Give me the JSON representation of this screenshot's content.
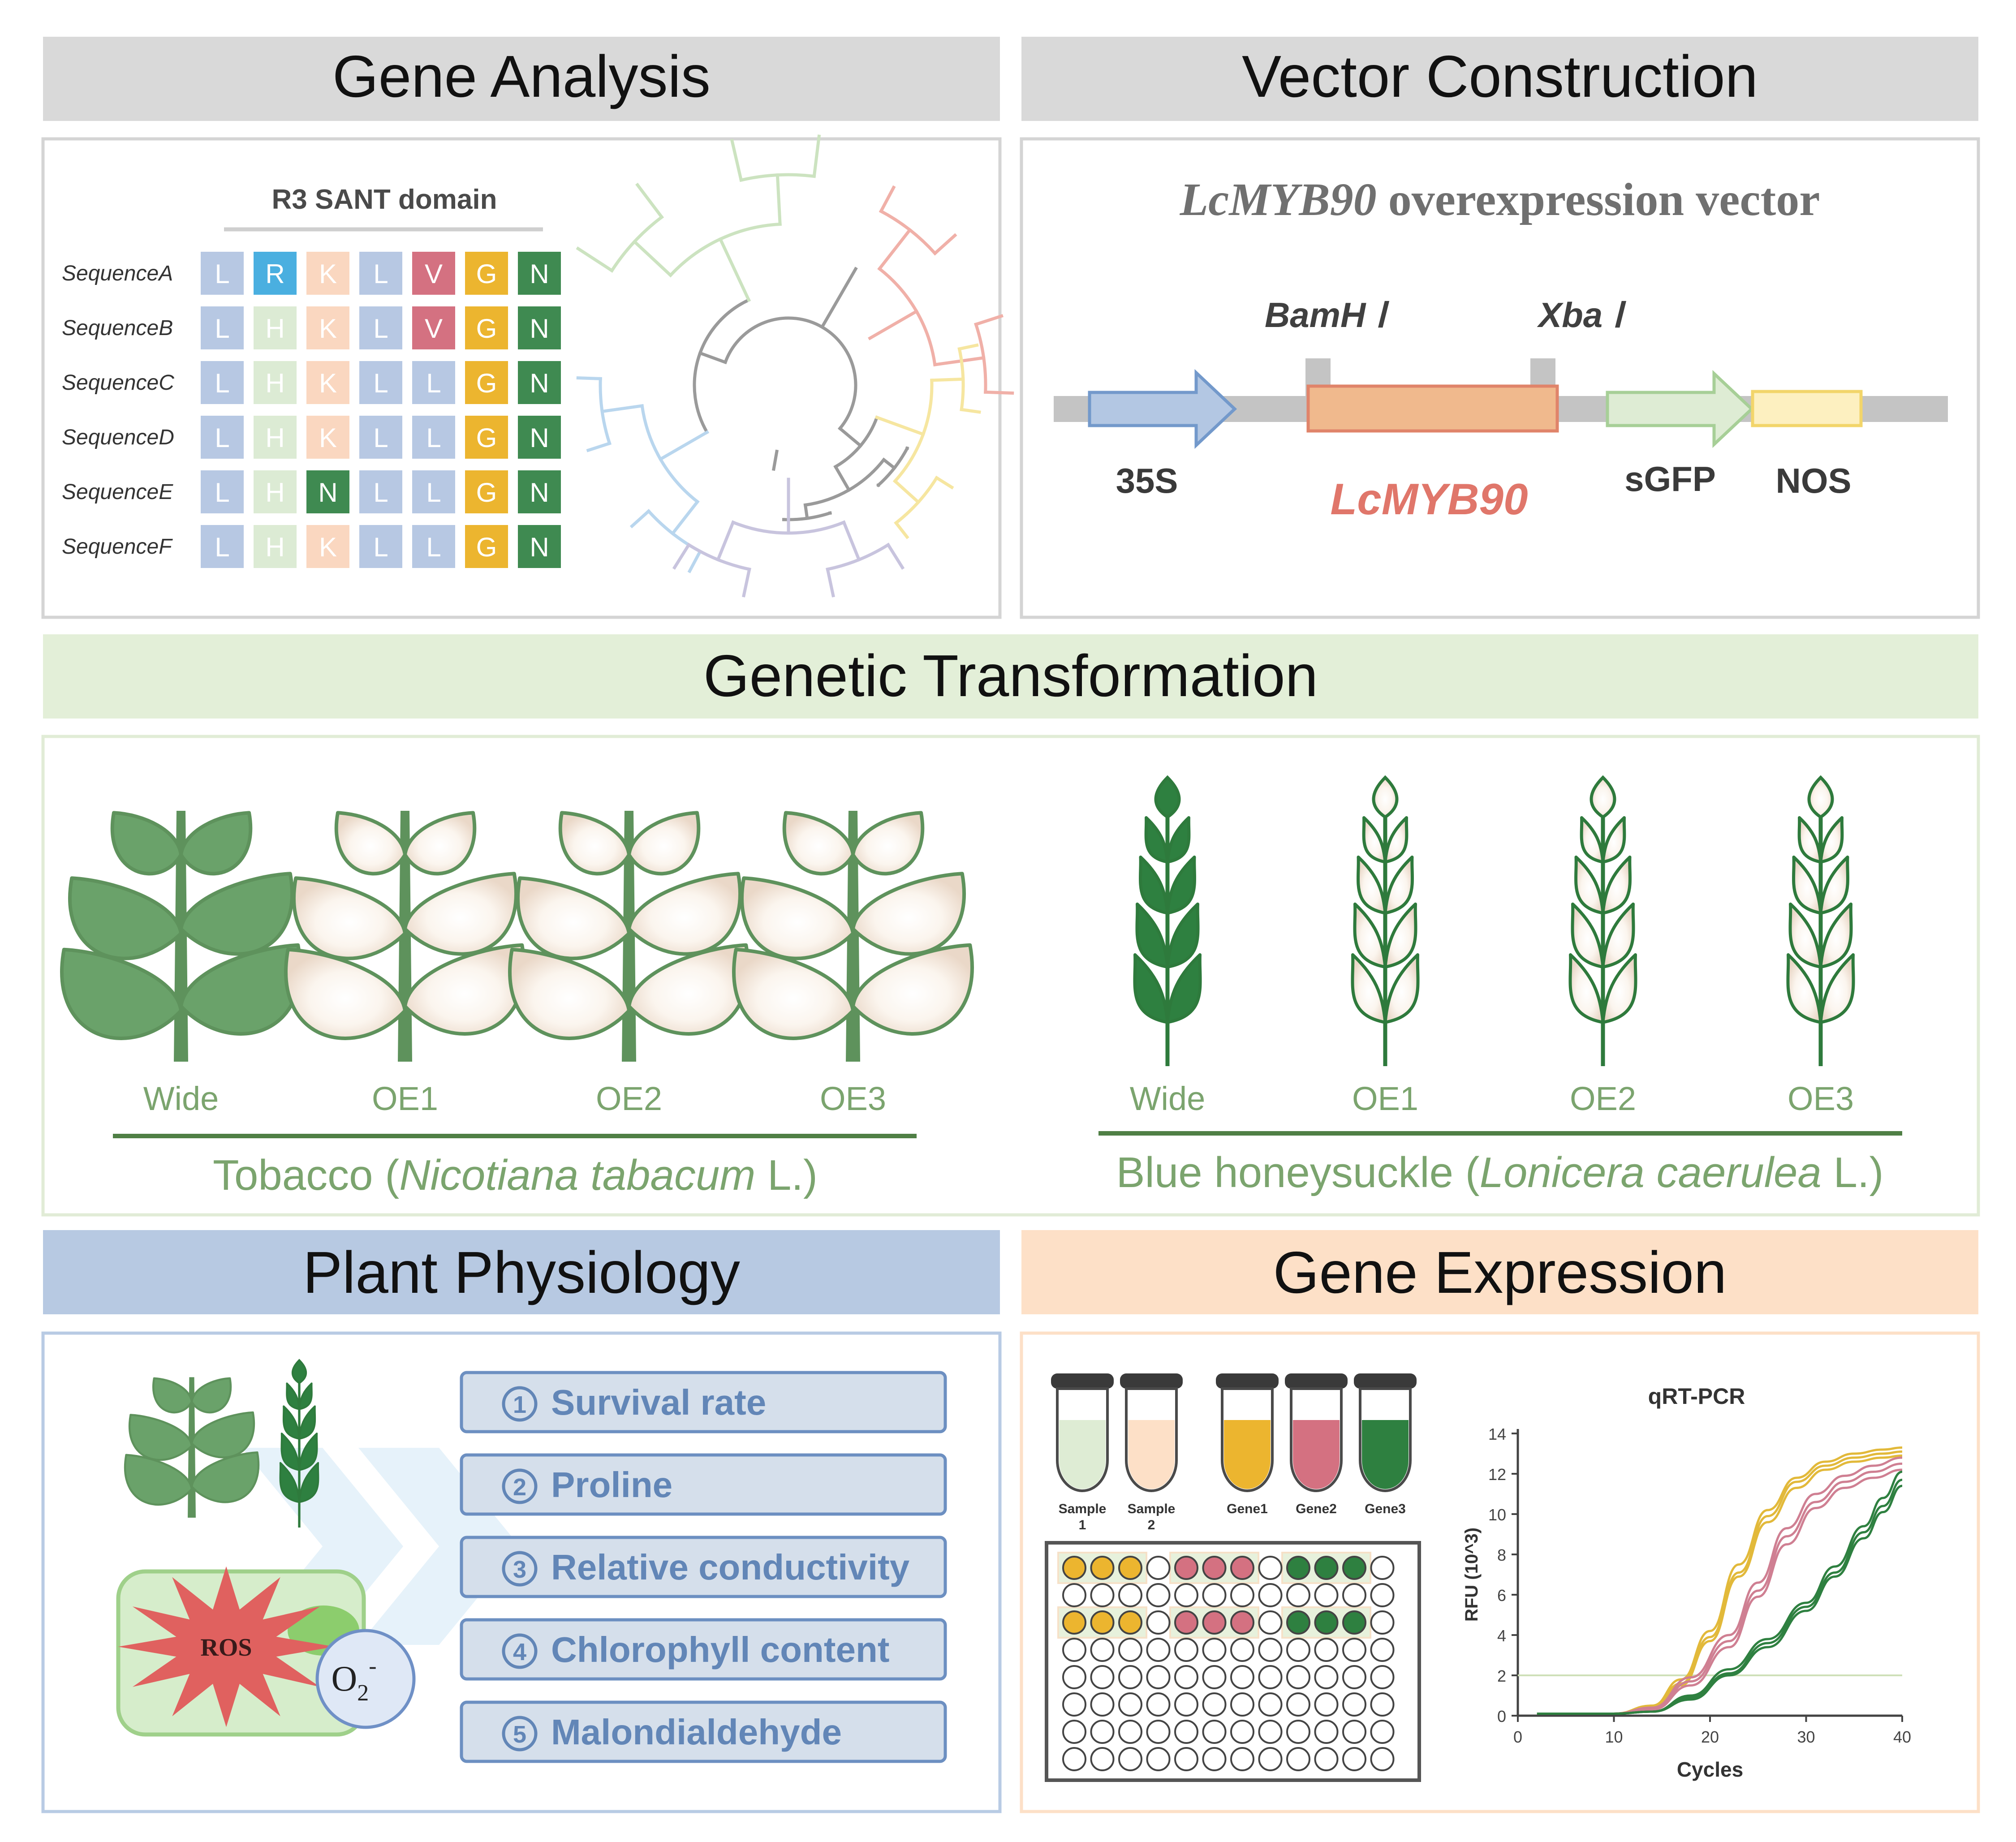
{
  "sections": {
    "gene_analysis": {
      "title": "Gene Analysis",
      "domain_label": "R3 SANT domain",
      "sequences": [
        {
          "name": "SequenceA",
          "residues": [
            "L",
            "R",
            "K",
            "L",
            "V",
            "G",
            "N"
          ]
        },
        {
          "name": "SequenceB",
          "residues": [
            "L",
            "H",
            "K",
            "L",
            "V",
            "G",
            "N"
          ]
        },
        {
          "name": "SequenceC",
          "residues": [
            "L",
            "H",
            "K",
            "L",
            "L",
            "G",
            "N"
          ]
        },
        {
          "name": "SequenceD",
          "residues": [
            "L",
            "H",
            "K",
            "L",
            "L",
            "G",
            "N"
          ]
        },
        {
          "name": "SequenceE",
          "residues": [
            "L",
            "H",
            "N",
            "L",
            "L",
            "G",
            "N"
          ]
        },
        {
          "name": "SequenceF",
          "residues": [
            "L",
            "H",
            "K",
            "L",
            "L",
            "G",
            "N"
          ]
        }
      ]
    },
    "vector_construction": {
      "title": "Vector Construction",
      "vector_gene": "LcMYB90",
      "vector_suffix": " overexpression vector",
      "site1": "BamH Ⅰ",
      "site2": "Xba Ⅰ",
      "elements": {
        "promoter": "35S",
        "gene": "LcMYB90",
        "reporter": "sGFP",
        "terminator": "NOS"
      }
    },
    "genetic_transformation": {
      "title": "Genetic Transformation",
      "lines": [
        "Wide",
        "OE1",
        "OE2",
        "OE3"
      ],
      "tobacco": {
        "common": "Tobacco (",
        "latin": "Nicotiana tabacum",
        "suffix": " L.)"
      },
      "honeysuckle": {
        "common": "Blue honeysuckle (",
        "latin": "Lonicera caerulea",
        "suffix": " L.)"
      }
    },
    "plant_physiology": {
      "title": "Plant Physiology",
      "ros_label": "ROS",
      "superoxide": "O",
      "superoxide_sub": "2",
      "superoxide_sup": "-",
      "indices": [
        {
          "num": "1",
          "label": "Survival rate"
        },
        {
          "num": "2",
          "label": "Proline"
        },
        {
          "num": "3",
          "label": "Relative conductivity"
        },
        {
          "num": "4",
          "label": "Chlorophyll content"
        },
        {
          "num": "5",
          "label": "Malondialdehyde"
        }
      ]
    },
    "gene_expression": {
      "title": "Gene Expression",
      "tubes": [
        {
          "line1": "Sample",
          "line2": "1"
        },
        {
          "line1": "Sample",
          "line2": "2"
        },
        {
          "line1": "Gene1",
          "line2": ""
        },
        {
          "line1": "Gene2",
          "line2": ""
        },
        {
          "line1": "Gene3",
          "line2": ""
        }
      ]
    }
  },
  "colors": {
    "residue": {
      "L": "#b7c8e3",
      "R": "#4aafe0",
      "H": "#dcebd4",
      "K": "#fad7c0",
      "V": "#d47181",
      "N": "#3f8a51",
      "G": "#ecb52f"
    },
    "gray_header": "#d9d9d9",
    "green_header": "#e3efd8",
    "blue_header": "#b7c9e2",
    "orange_header": "#fde0c7",
    "plant_green": "#6aa26a",
    "dark_green": "#2e8040",
    "ros_red": "#e0615f",
    "index_box": "#d5dfeb",
    "index_text": "#6286b7"
  },
  "chart_data": {
    "type": "line",
    "title": "qRT-PCR",
    "xlabel": "Cycles",
    "ylabel": "RFU (10^3)",
    "xlim": [
      0,
      40
    ],
    "ylim": [
      0,
      14
    ],
    "xticks": [
      0,
      10,
      20,
      30,
      40
    ],
    "yticks": [
      0,
      2,
      4,
      6,
      8,
      10,
      12,
      14
    ],
    "threshold": 2,
    "series": [
      {
        "color": "#e2b93a",
        "x": [
          2,
          10,
          14,
          17,
          20,
          23,
          26,
          29,
          32,
          35,
          38,
          40
        ],
        "y": [
          0.1,
          0.1,
          0.5,
          1.8,
          4.2,
          7.5,
          10.2,
          11.8,
          12.6,
          13.0,
          13.2,
          13.3
        ]
      },
      {
        "color": "#e2b93a",
        "x": [
          2,
          10,
          14,
          17,
          20,
          23,
          26,
          29,
          32,
          35,
          38,
          40
        ],
        "y": [
          0.1,
          0.1,
          0.4,
          1.6,
          3.9,
          7.1,
          9.9,
          11.6,
          12.4,
          12.8,
          13.0,
          13.1
        ]
      },
      {
        "color": "#e2b93a",
        "x": [
          2,
          10,
          14,
          17,
          20,
          23,
          26,
          29,
          32,
          35,
          38,
          40
        ],
        "y": [
          0.1,
          0.1,
          0.4,
          1.5,
          3.7,
          6.9,
          9.6,
          11.3,
          12.2,
          12.6,
          12.8,
          12.9
        ]
      },
      {
        "color": "#cf7f92",
        "x": [
          2,
          10,
          14,
          18,
          22,
          25,
          28,
          31,
          34,
          37,
          40
        ],
        "y": [
          0.1,
          0.1,
          0.4,
          1.9,
          4.0,
          6.6,
          9.3,
          11.0,
          11.9,
          12.4,
          12.8
        ]
      },
      {
        "color": "#cf7f92",
        "x": [
          2,
          10,
          14,
          18,
          22,
          25,
          28,
          31,
          34,
          37,
          40
        ],
        "y": [
          0.1,
          0.1,
          0.3,
          1.7,
          3.7,
          6.2,
          8.9,
          10.6,
          11.6,
          12.1,
          12.5
        ]
      },
      {
        "color": "#cf7f92",
        "x": [
          2,
          10,
          14,
          18,
          22,
          25,
          28,
          31,
          34,
          37,
          40
        ],
        "y": [
          0.1,
          0.1,
          0.3,
          1.5,
          3.4,
          5.9,
          8.5,
          10.3,
          11.3,
          11.8,
          12.2
        ]
      },
      {
        "color": "#2e8040",
        "x": [
          2,
          10,
          14,
          18,
          22,
          26,
          30,
          33,
          36,
          38,
          40
        ],
        "y": [
          0.1,
          0.1,
          0.2,
          1.0,
          2.3,
          3.8,
          5.6,
          7.4,
          9.4,
          10.8,
          12.1
        ]
      },
      {
        "color": "#2e8040",
        "x": [
          2,
          10,
          14,
          18,
          22,
          26,
          30,
          33,
          36,
          38,
          40
        ],
        "y": [
          0.1,
          0.1,
          0.2,
          0.9,
          2.1,
          3.6,
          5.4,
          7.1,
          9.1,
          10.4,
          11.7
        ]
      },
      {
        "color": "#2e8040",
        "x": [
          2,
          10,
          14,
          18,
          22,
          26,
          30,
          33,
          36,
          38,
          40
        ],
        "y": [
          0.1,
          0.1,
          0.2,
          0.8,
          2.0,
          3.4,
          5.2,
          6.9,
          8.8,
          10.1,
          11.4
        ]
      }
    ]
  }
}
